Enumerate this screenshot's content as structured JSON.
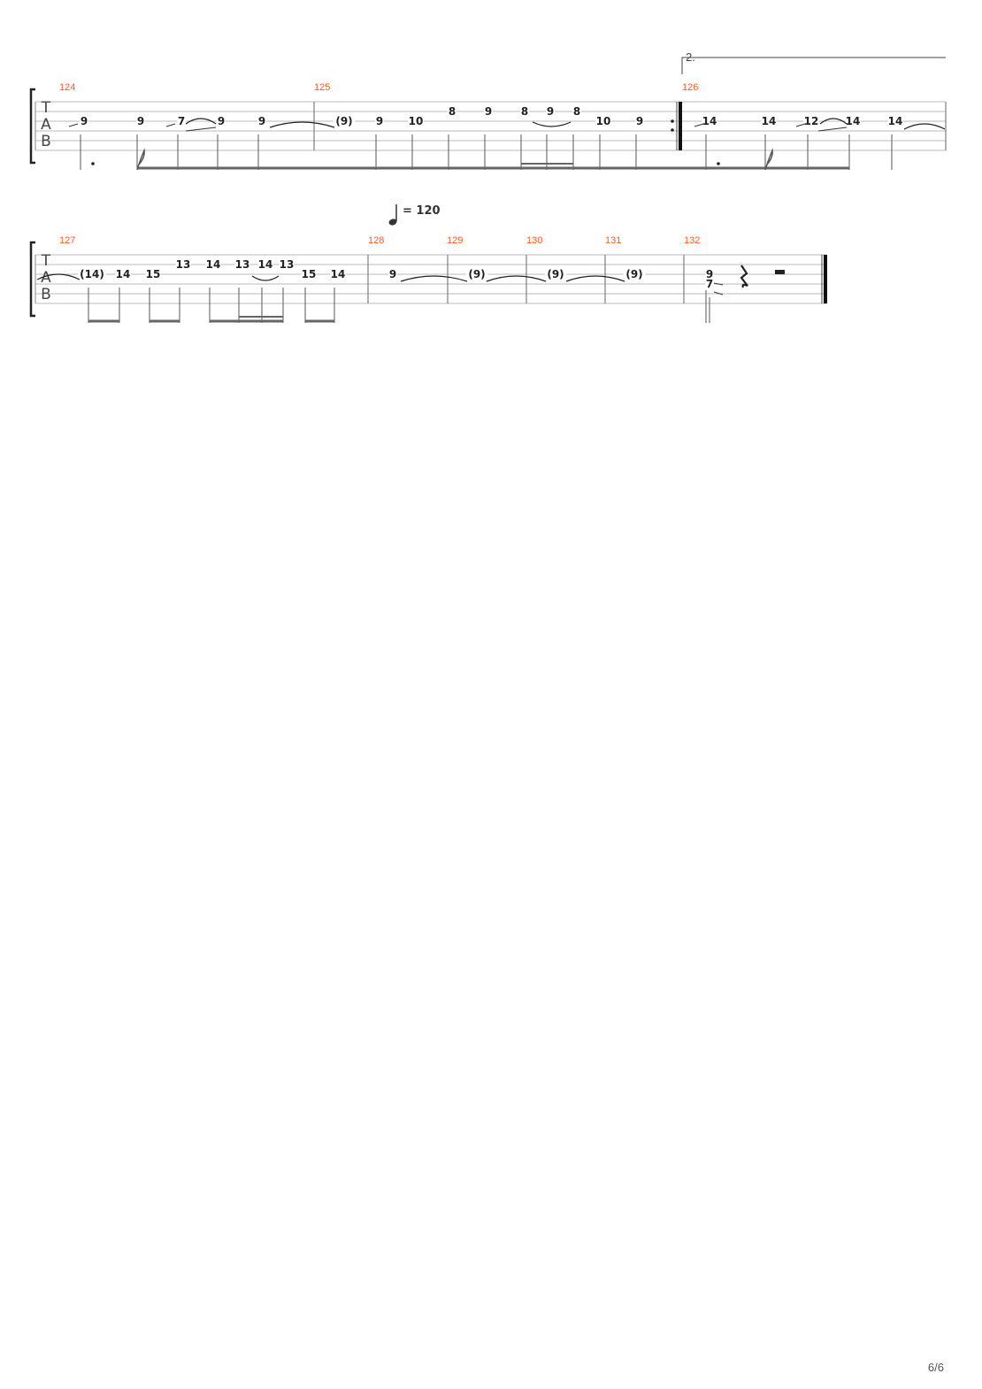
{
  "colors": {
    "bar_number": "#ff5a1f",
    "staff_line": "#bbbbbb",
    "ink": "#222222",
    "beam": "#666666"
  },
  "tab_clef": [
    "T",
    "A",
    "B"
  ],
  "volta_label": "2.",
  "tempo": {
    "icon": "quarter-note-icon",
    "text": "= 120"
  },
  "systems": [
    {
      "bars": [
        {
          "number": "124",
          "notes": [
            {
              "fret": "9",
              "string": 3
            },
            {
              "fret": "9",
              "string": 3
            },
            {
              "fret": "7",
              "string": 3
            },
            {
              "fret": "9",
              "string": 3
            },
            {
              "fret": "9",
              "string": 3
            }
          ]
        },
        {
          "number": "125",
          "notes": [
            {
              "fret": "(9)",
              "string": 3
            },
            {
              "fret": "9",
              "string": 3
            },
            {
              "fret": "10",
              "string": 3
            },
            {
              "fret": "8",
              "string": 2
            },
            {
              "fret": "9",
              "string": 2
            },
            {
              "fret": "8",
              "string": 2
            },
            {
              "fret": "9",
              "string": 2
            },
            {
              "fret": "8",
              "string": 2
            },
            {
              "fret": "10",
              "string": 3
            },
            {
              "fret": "9",
              "string": 3
            }
          ]
        },
        {
          "number": "126",
          "notes": [
            {
              "fret": "14",
              "string": 3
            },
            {
              "fret": "14",
              "string": 3
            },
            {
              "fret": "12",
              "string": 3
            },
            {
              "fret": "14",
              "string": 3
            },
            {
              "fret": "14",
              "string": 3
            }
          ]
        }
      ]
    },
    {
      "bars": [
        {
          "number": "127",
          "notes": [
            {
              "fret": "(14)",
              "string": 3
            },
            {
              "fret": "14",
              "string": 3
            },
            {
              "fret": "15",
              "string": 3
            },
            {
              "fret": "13",
              "string": 2
            },
            {
              "fret": "14",
              "string": 2
            },
            {
              "fret": "13",
              "string": 2
            },
            {
              "fret": "14",
              "string": 2
            },
            {
              "fret": "13",
              "string": 2
            },
            {
              "fret": "15",
              "string": 3
            },
            {
              "fret": "14",
              "string": 3
            }
          ]
        },
        {
          "number": "128",
          "notes": [
            {
              "fret": "9",
              "string": 3
            }
          ]
        },
        {
          "number": "129",
          "notes": [
            {
              "fret": "(9)",
              "string": 3
            }
          ]
        },
        {
          "number": "130",
          "notes": [
            {
              "fret": "(9)",
              "string": 3
            }
          ]
        },
        {
          "number": "131",
          "notes": [
            {
              "fret": "(9)",
              "string": 3
            }
          ]
        },
        {
          "number": "132",
          "notes": [
            {
              "fret": "9",
              "string": 3
            },
            {
              "fret": "7",
              "string": 4
            }
          ]
        }
      ]
    }
  ],
  "page_number": "6/6"
}
